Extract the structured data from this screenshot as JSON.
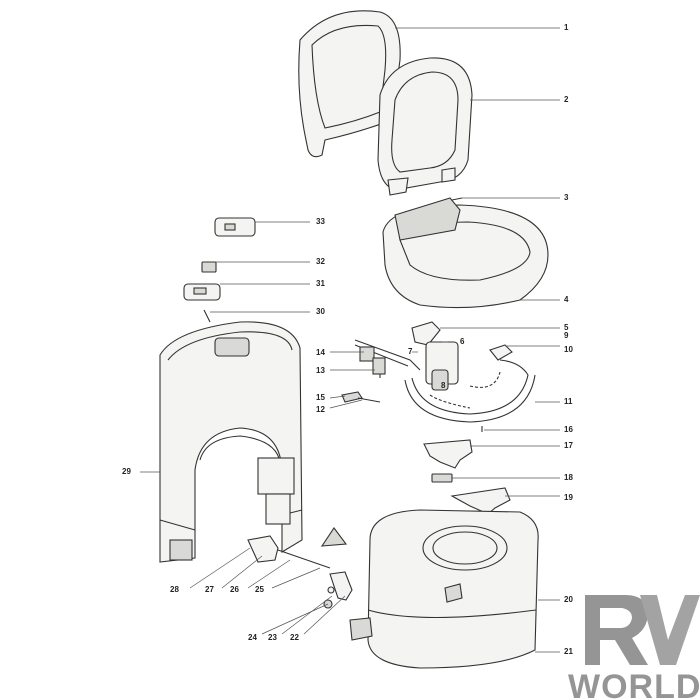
{
  "callouts": [
    {
      "id": "1",
      "label": "1"
    },
    {
      "id": "2",
      "label": "2"
    },
    {
      "id": "3",
      "label": "3"
    },
    {
      "id": "4",
      "label": "4"
    },
    {
      "id": "5",
      "label": "5"
    },
    {
      "id": "6",
      "label": "6"
    },
    {
      "id": "7",
      "label": "7"
    },
    {
      "id": "8",
      "label": "8"
    },
    {
      "id": "9",
      "label": "9"
    },
    {
      "id": "10",
      "label": "10"
    },
    {
      "id": "11",
      "label": "11"
    },
    {
      "id": "12",
      "label": "12"
    },
    {
      "id": "13",
      "label": "13"
    },
    {
      "id": "14",
      "label": "14"
    },
    {
      "id": "15",
      "label": "15"
    },
    {
      "id": "16",
      "label": "16"
    },
    {
      "id": "17",
      "label": "17"
    },
    {
      "id": "18",
      "label": "18"
    },
    {
      "id": "19",
      "label": "19"
    },
    {
      "id": "20",
      "label": "20"
    },
    {
      "id": "21",
      "label": "21"
    },
    {
      "id": "22",
      "label": "22"
    },
    {
      "id": "23",
      "label": "23"
    },
    {
      "id": "24",
      "label": "24"
    },
    {
      "id": "25",
      "label": "25"
    },
    {
      "id": "26",
      "label": "26"
    },
    {
      "id": "27",
      "label": "27"
    },
    {
      "id": "28",
      "label": "28"
    },
    {
      "id": "29",
      "label": "29"
    },
    {
      "id": "30",
      "label": "30"
    },
    {
      "id": "31",
      "label": "31"
    },
    {
      "id": "32",
      "label": "32"
    },
    {
      "id": "33",
      "label": "33"
    }
  ],
  "watermark": {
    "logo_text": "WORLD",
    "logo_mark": "RV",
    "color": "#8a8a8a"
  }
}
